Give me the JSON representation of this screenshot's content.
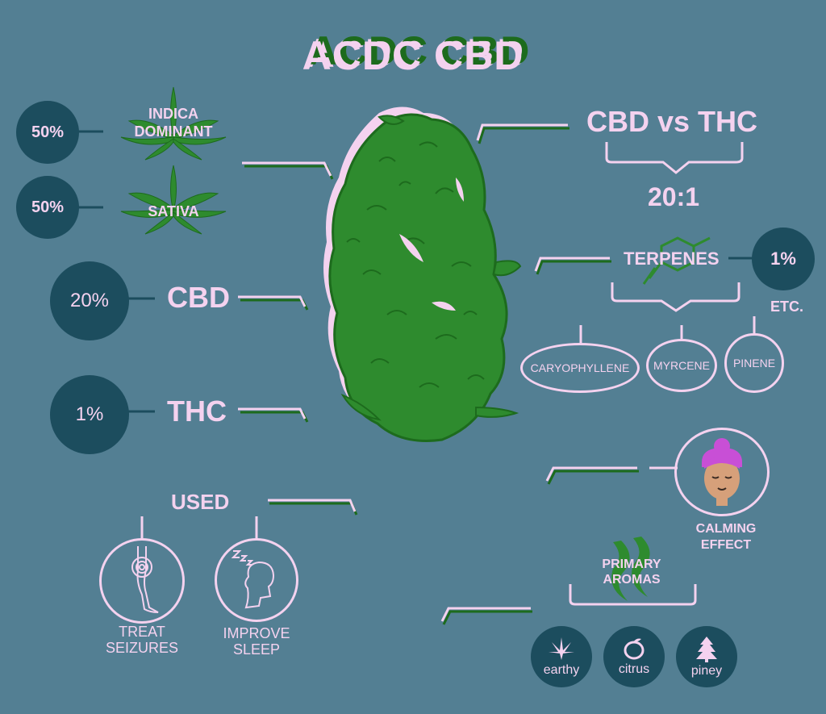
{
  "title": "ACDC CBD",
  "genetics": {
    "indica": {
      "percent": "50%",
      "label_line1": "INDICA",
      "label_line2": "DOMINANT"
    },
    "sativa": {
      "percent": "50%",
      "label": "SATIVA"
    }
  },
  "cannabinoids": {
    "cbd": {
      "percent": "20%",
      "label": "CBD"
    },
    "thc": {
      "percent": "1%",
      "label": "THC"
    }
  },
  "ratio": {
    "heading": "CBD vs THC",
    "value": "20:1"
  },
  "terpenes": {
    "label": "TERPENES",
    "percent": "1%",
    "more": "ETC.",
    "items": [
      "CARYOPHYLLENE",
      "MYRCENE",
      "PINENE"
    ]
  },
  "effect": {
    "label_line1": "CALMING",
    "label_line2": "EFFECT",
    "icon": "calm-face-icon"
  },
  "used": {
    "heading": "USED",
    "items": [
      {
        "line1": "TREAT",
        "line2": "SEIZURES",
        "icon": "leg-target-icon"
      },
      {
        "line1": "IMPROVE",
        "line2": "SLEEP",
        "icon": "sleeping-head-icon"
      }
    ]
  },
  "aromas": {
    "heading_line1": "PRIMARY",
    "heading_line2": "AROMAS",
    "items": [
      {
        "label": "earthy",
        "icon": "leaf-icon"
      },
      {
        "label": "citrus",
        "icon": "lemon-icon"
      },
      {
        "label": "piney",
        "icon": "pine-tree-icon"
      }
    ]
  },
  "colors": {
    "background": "#537f93",
    "dark_circle": "#1c4d5e",
    "pink": "#f4d2ef",
    "bud_green": "#2e8b2e",
    "dark_green": "#1d6b1d"
  }
}
